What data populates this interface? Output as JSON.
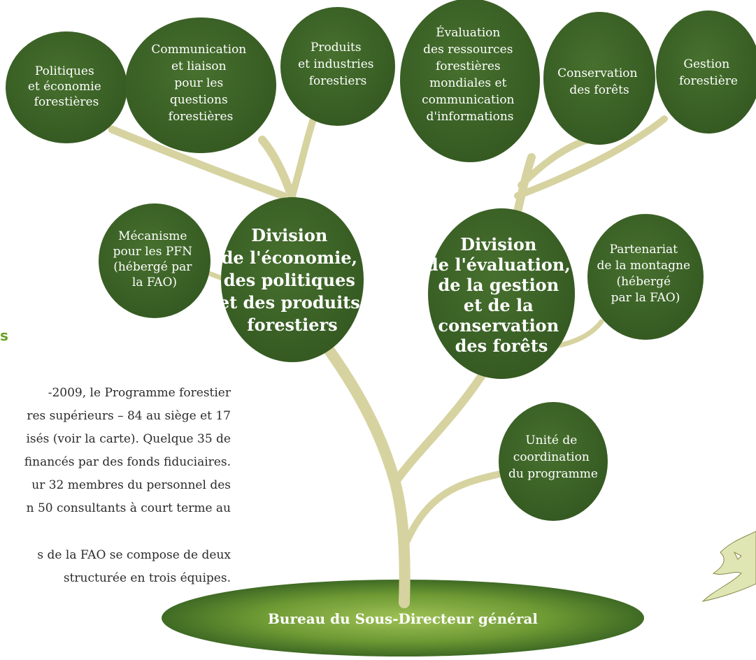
{
  "heading_fragment": "s",
  "paragraph1": [
    "-2009, le Programme forestier",
    "res supérieurs – 84 au siège et 17",
    "isés (voir la carte). Quelque 35 de",
    "financés par des fonds fiduciaires.",
    "ur 32 membres du personnel des",
    "n 50 consultants à court terme au"
  ],
  "paragraph2": [
    "s de la FAO se compose de deux",
    " structurée en trois équipes."
  ],
  "ground_label": "Bureau du Sous-Directeur général",
  "nodes": {
    "politiques": [
      "Politiques",
      "et économie",
      "forestières"
    ],
    "communication": [
      "Communication",
      "et liaison",
      "pour les",
      "questions",
      "forestières"
    ],
    "produits": [
      "Produits",
      "et industries",
      "forestiers"
    ],
    "evaluation": [
      "Évaluation",
      "des ressources",
      "forestières",
      "mondiales et",
      "communication",
      "d'informations"
    ],
    "conservation": [
      "Conservation",
      "des forêts"
    ],
    "gestion": [
      "Gestion",
      "forestière"
    ],
    "mecanisme": [
      "Mécanisme",
      "pour les PFN",
      "(hébergé par",
      "la FAO)"
    ],
    "division_economie": [
      "Division",
      "de l'économie,",
      "des politiques",
      "et des produits",
      "forestiers"
    ],
    "division_evaluation": [
      "Division",
      "de l'évaluation,",
      "de la gestion",
      "et de la",
      "conservation",
      "des forêts"
    ],
    "partenariat": [
      "Partenariat",
      "de la montagne",
      "(hébergé",
      "par la FAO)"
    ],
    "unite": [
      "Unité de",
      "coordination",
      "du programme"
    ]
  },
  "colors": {
    "node_fill": "#3d6128",
    "branch": "#d6d3a0",
    "ground_center": "#8fb34a",
    "ground_edge": "#3f6a24",
    "heading": "#6aa024"
  }
}
